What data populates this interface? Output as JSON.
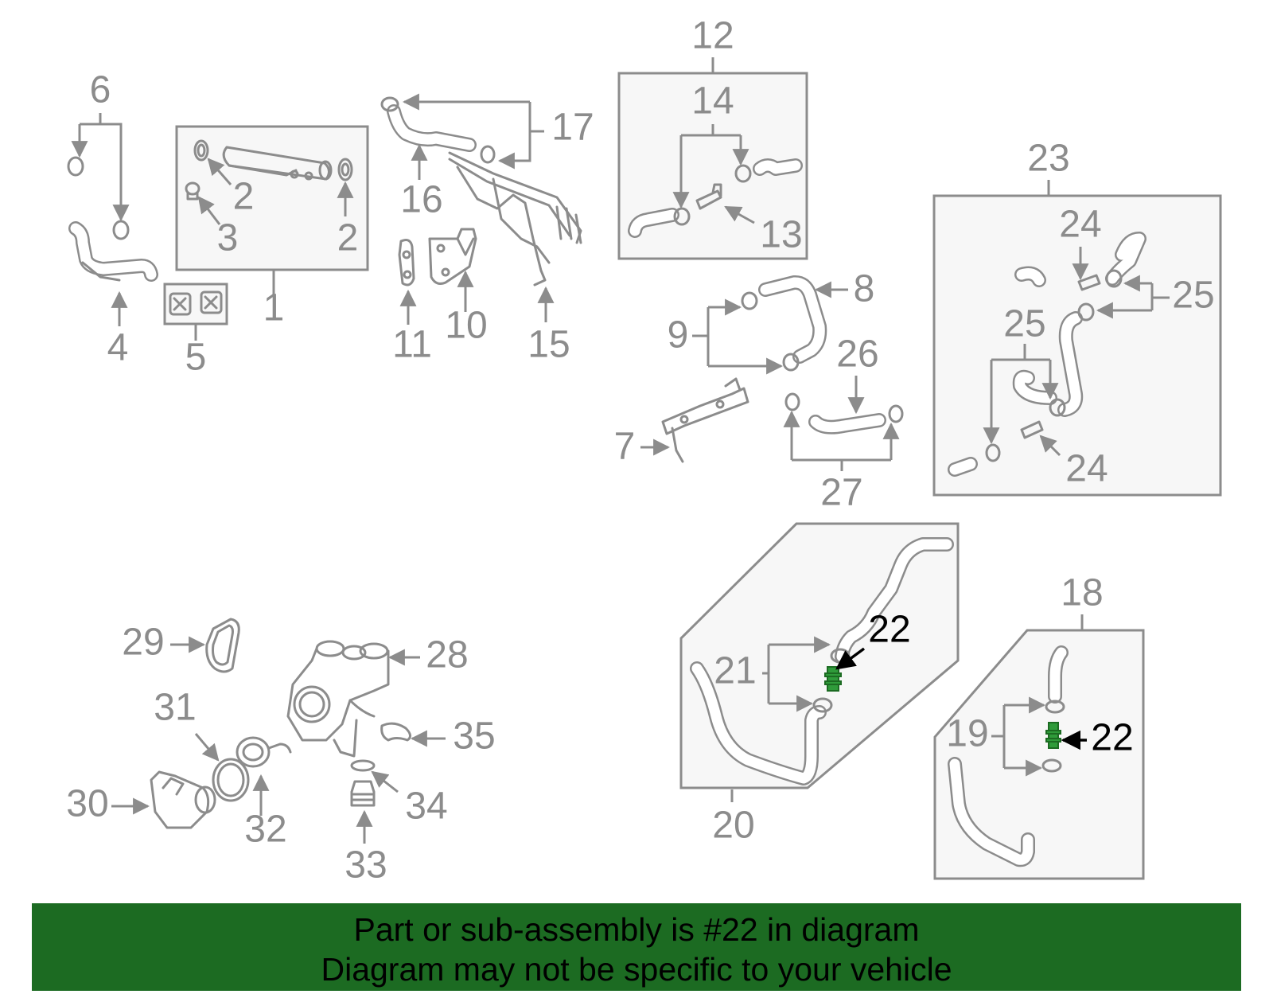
{
  "labels": {
    "p1": "1",
    "p2a": "2",
    "p2b": "2",
    "p3": "3",
    "p4": "4",
    "p5": "5",
    "p6": "6",
    "p7": "7",
    "p8": "8",
    "p9": "9",
    "p10": "10",
    "p11": "11",
    "p12": "12",
    "p13": "13",
    "p14": "14",
    "p15": "15",
    "p16": "16",
    "p17": "17",
    "p18": "18",
    "p19": "19",
    "p20": "20",
    "p21": "21",
    "p22a": "22",
    "p22b": "22",
    "p23": "23",
    "p24a": "24",
    "p24b": "24",
    "p25a": "25",
    "p25b": "25",
    "p26": "26",
    "p27": "27",
    "p28": "28",
    "p29": "29",
    "p30": "30",
    "p31": "31",
    "p32": "32",
    "p33": "33",
    "p34": "34",
    "p35": "35"
  },
  "banner": {
    "line1": "Part or sub-assembly is #22 in diagram",
    "line2": "Diagram may not be specific to your vehicle"
  },
  "colors": {
    "highlight_part": "#2f9b3a",
    "banner_background": "#1c6b22",
    "line_art": "#8c8c8c"
  }
}
